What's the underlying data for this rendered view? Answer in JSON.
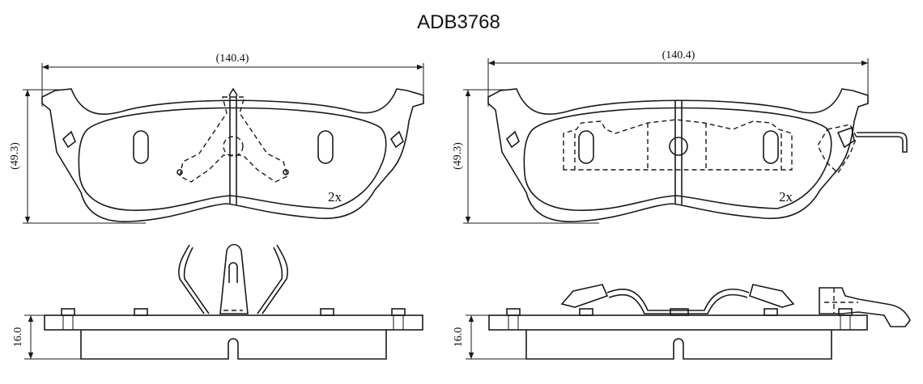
{
  "title": "ADB3768",
  "left_view": {
    "width_dim": "(140.4)",
    "height_dim": "(49.3)",
    "qty": "2x",
    "thickness_dim": "16.0"
  },
  "right_view": {
    "width_dim": "(140.4)",
    "height_dim": "(49.3)",
    "qty": "2x",
    "thickness_dim": "16.0"
  }
}
